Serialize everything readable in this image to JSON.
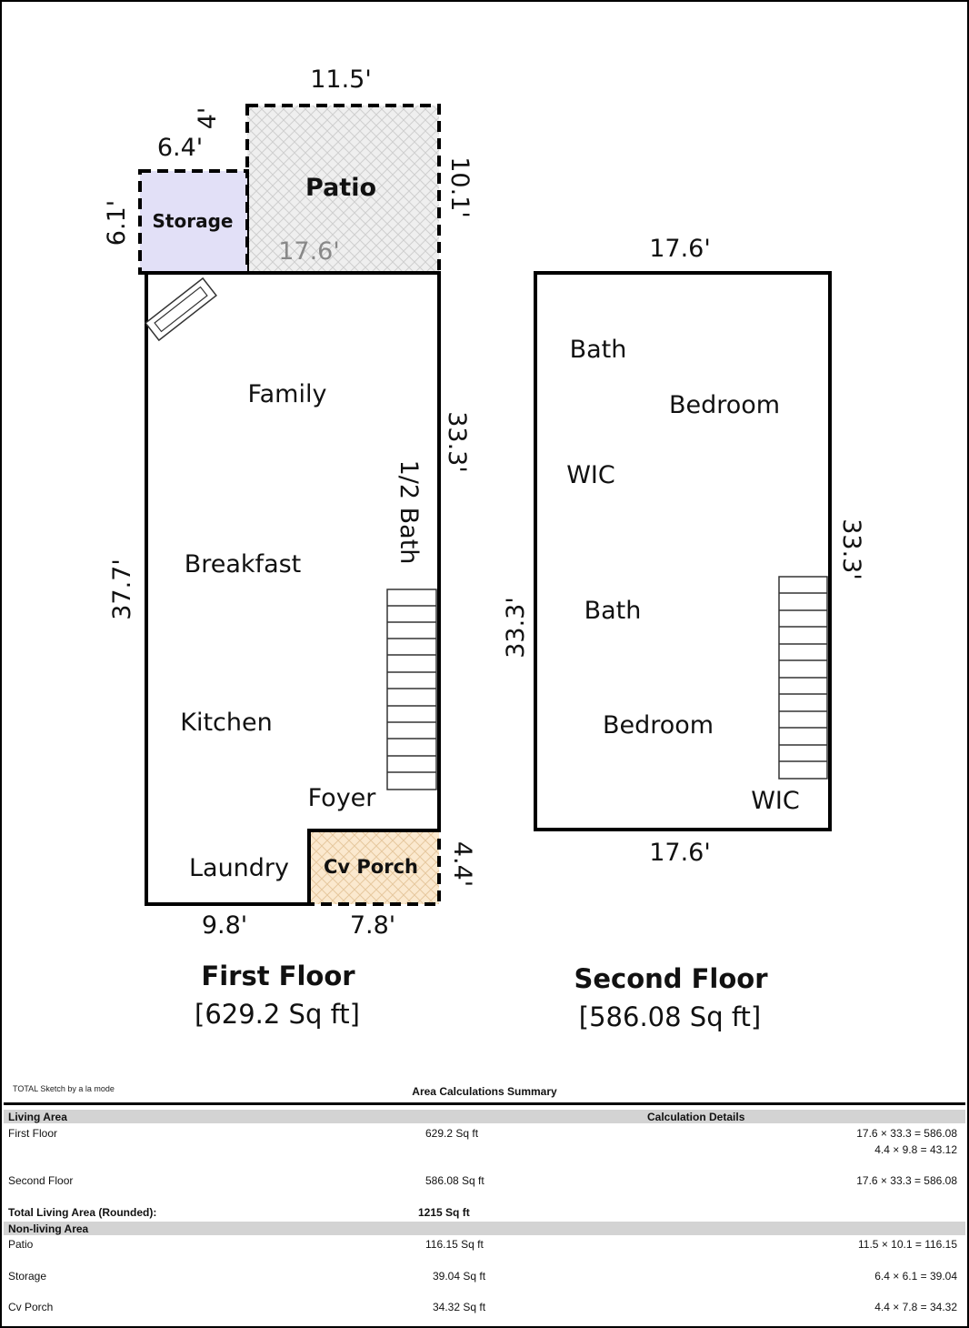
{
  "rooms": {
    "patio": "Patio",
    "storage": "Storage",
    "family": "Family",
    "half_bath": "1/2 Bath",
    "breakfast": "Breakfast",
    "kitchen": "Kitchen",
    "foyer": "Foyer",
    "laundry": "Laundry",
    "cv_porch": "Cv Porch",
    "bath_1": "Bath",
    "bedroom_1": "Bedroom",
    "wic_1": "WIC",
    "bath_2": "Bath",
    "bedroom_2": "Bedroom",
    "wic_2": "WIC"
  },
  "dimensions": {
    "patio_top": "11.5'",
    "patio_left": "4'",
    "patio_right": "10.1'",
    "patio_bottom": "17.6'",
    "storage_top": "6.4'",
    "storage_left": "6.1'",
    "first_left": "37.7'",
    "first_right": "33.3'",
    "first_bottom_left": "9.8'",
    "first_bottom_right": "7.8'",
    "porch_right": "4.4'",
    "second_top": "17.6'",
    "second_left": "33.3'",
    "second_right": "33.3'",
    "second_bottom": "17.6'"
  },
  "floors": {
    "first": {
      "title": "First Floor",
      "area": "[629.2 Sq ft]"
    },
    "second": {
      "title": "Second Floor",
      "area": "[586.08 Sq ft]"
    }
  },
  "colors": {
    "storage_fill": "#e2e0f7",
    "patio_fill": "#ececec",
    "porch_fill": "#fbe9cf",
    "header_band": "#d3d3d3"
  },
  "summary": {
    "credit": "TOTAL Sketch by a la mode",
    "title": "Area Calculations Summary",
    "living_header": "Living Area",
    "details_header": "Calculation Details",
    "first_floor": {
      "label": "First Floor",
      "area": "629.2 Sq ft",
      "calc_1": "17.6 × 33.3   =   586.08",
      "calc_2": "4.4 × 9.8   =   43.12"
    },
    "second_floor": {
      "label": "Second Floor",
      "area": "586.08 Sq ft",
      "calc_1": "17.6 × 33.3   =   586.08"
    },
    "total_label": "Total Living Area (Rounded):",
    "total_value": "1215 Sq ft",
    "nonliving_header": "Non-living Area",
    "patio": {
      "label": "Patio",
      "area": "116.15 Sq ft",
      "calc": "11.5 × 10.1   =   116.15"
    },
    "storage": {
      "label": "Storage",
      "area": "39.04 Sq ft",
      "calc": "6.4 × 6.1   =   39.04"
    },
    "cv_porch": {
      "label": "Cv Porch",
      "area": "34.32 Sq ft",
      "calc": "4.4 × 7.8   =   34.32"
    }
  }
}
